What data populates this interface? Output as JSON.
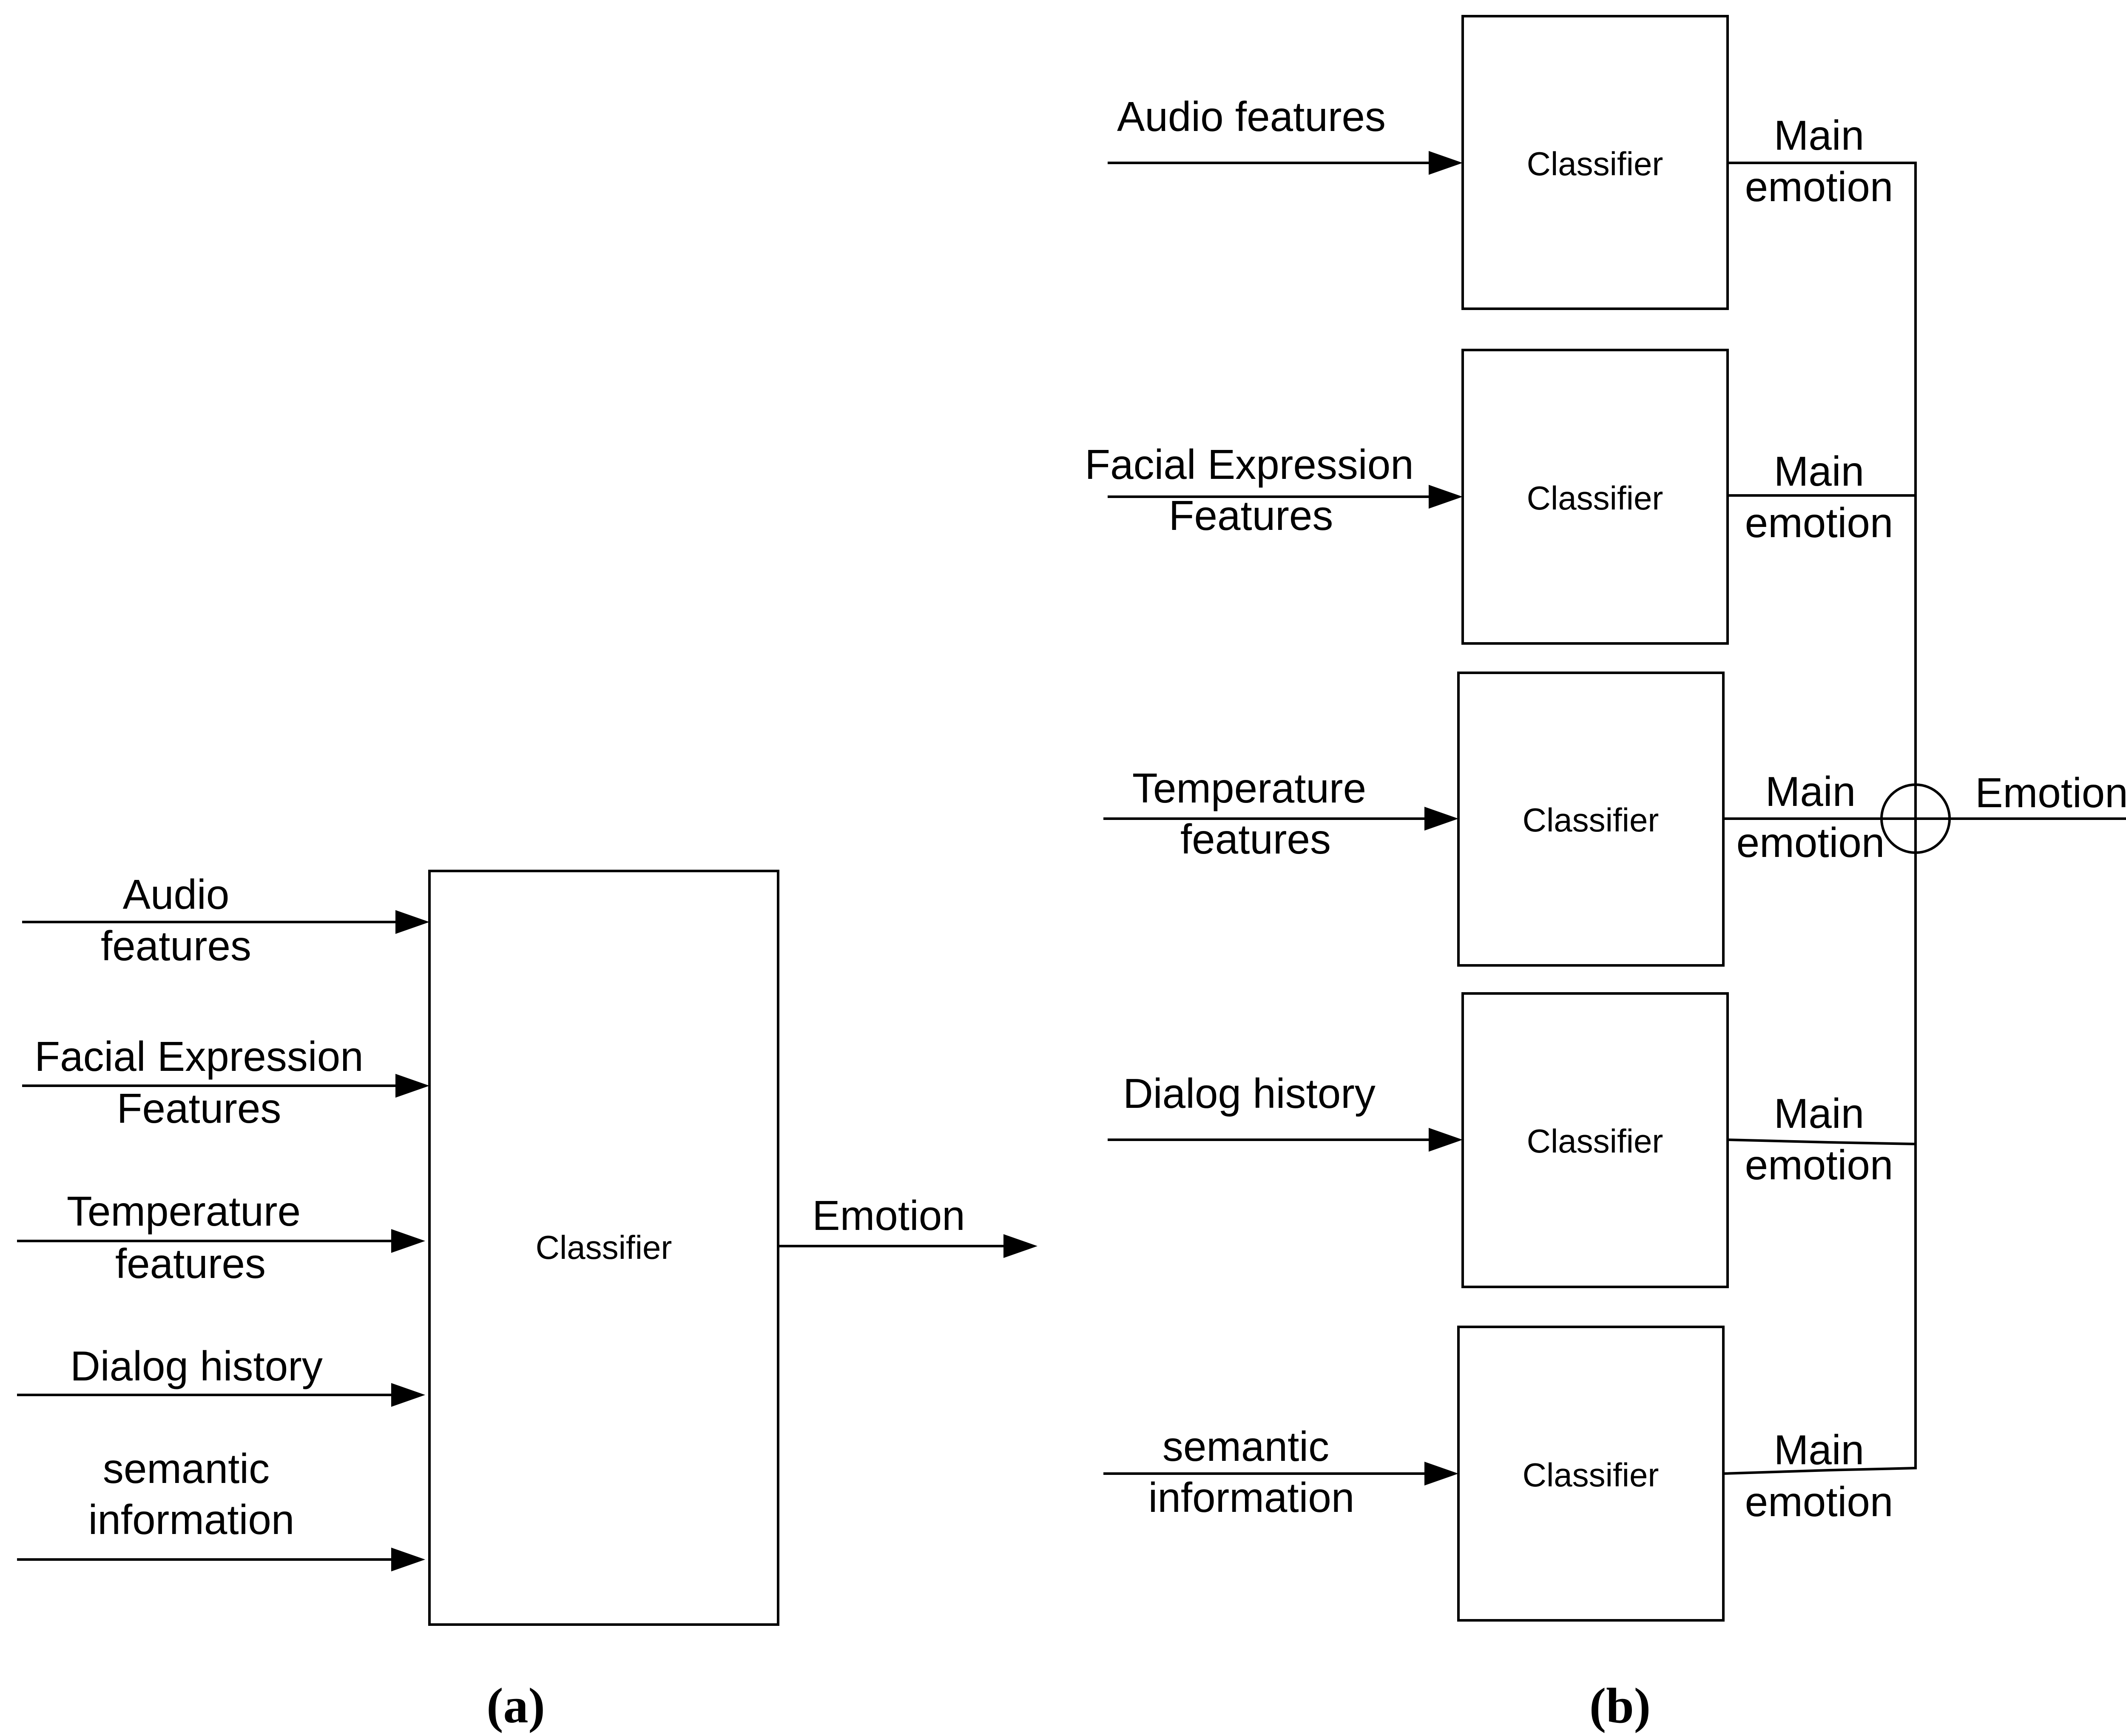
{
  "panel_a": {
    "caption": "(a)",
    "inputs": [
      [
        "Audio",
        "features"
      ],
      [
        "Facial Expression",
        "Features"
      ],
      [
        "Temperature",
        "features"
      ],
      [
        "Dialog history"
      ],
      [
        "semantic",
        "information"
      ]
    ],
    "classifier_label": "Classifier",
    "output_label": "Emotion"
  },
  "panel_b": {
    "caption": "(b)",
    "inputs": [
      [
        "Audio features"
      ],
      [
        "Facial Expression",
        "Features"
      ],
      [
        "Temperature",
        "features"
      ],
      [
        "Dialog history"
      ],
      [
        "semantic",
        "information"
      ]
    ],
    "classifier_label": "Classifier",
    "branch_output": [
      "Main",
      "emotion"
    ],
    "fusion_symbol": "combine-circle-plus",
    "output_label": "Emotion"
  },
  "colors": {
    "stroke": "#000000",
    "background": "#ffffff"
  }
}
